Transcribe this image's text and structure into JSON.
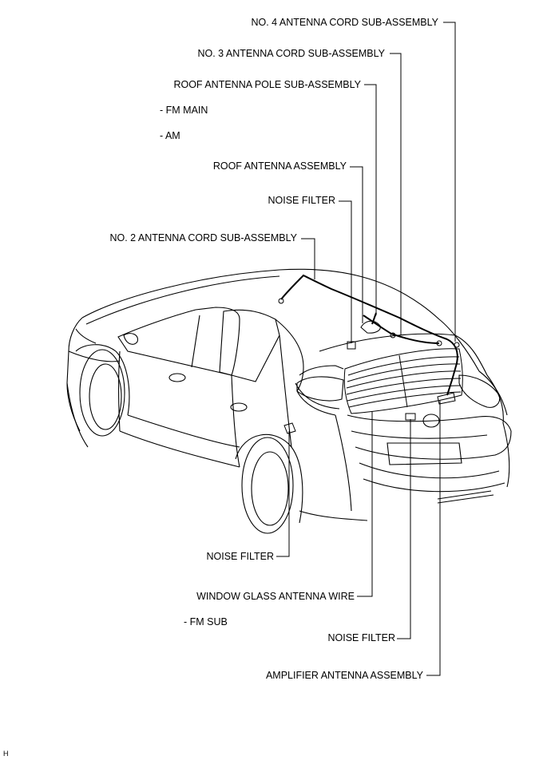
{
  "labels": {
    "no4_cord": "NO. 4 ANTENNA CORD SUB-ASSEMBLY",
    "no3_cord": "NO. 3 ANTENNA CORD SUB-ASSEMBLY",
    "roof_pole": "ROOF ANTENNA POLE SUB-ASSEMBLY",
    "fm_main": "- FM MAIN",
    "am": "- AM",
    "roof_antenna": "ROOF ANTENNA ASSEMBLY",
    "noise_filter_top": "NOISE FILTER",
    "no2_cord": "NO. 2 ANTENNA CORD SUB-ASSEMBLY",
    "noise_filter_side": "NOISE FILTER",
    "window_glass": "WINDOW GLASS ANTENNA WIRE",
    "fm_sub": "- FM SUB",
    "noise_filter_rear": "NOISE FILTER",
    "amplifier": "AMPLIFIER ANTENNA ASSEMBLY",
    "corner_mark": "H"
  }
}
